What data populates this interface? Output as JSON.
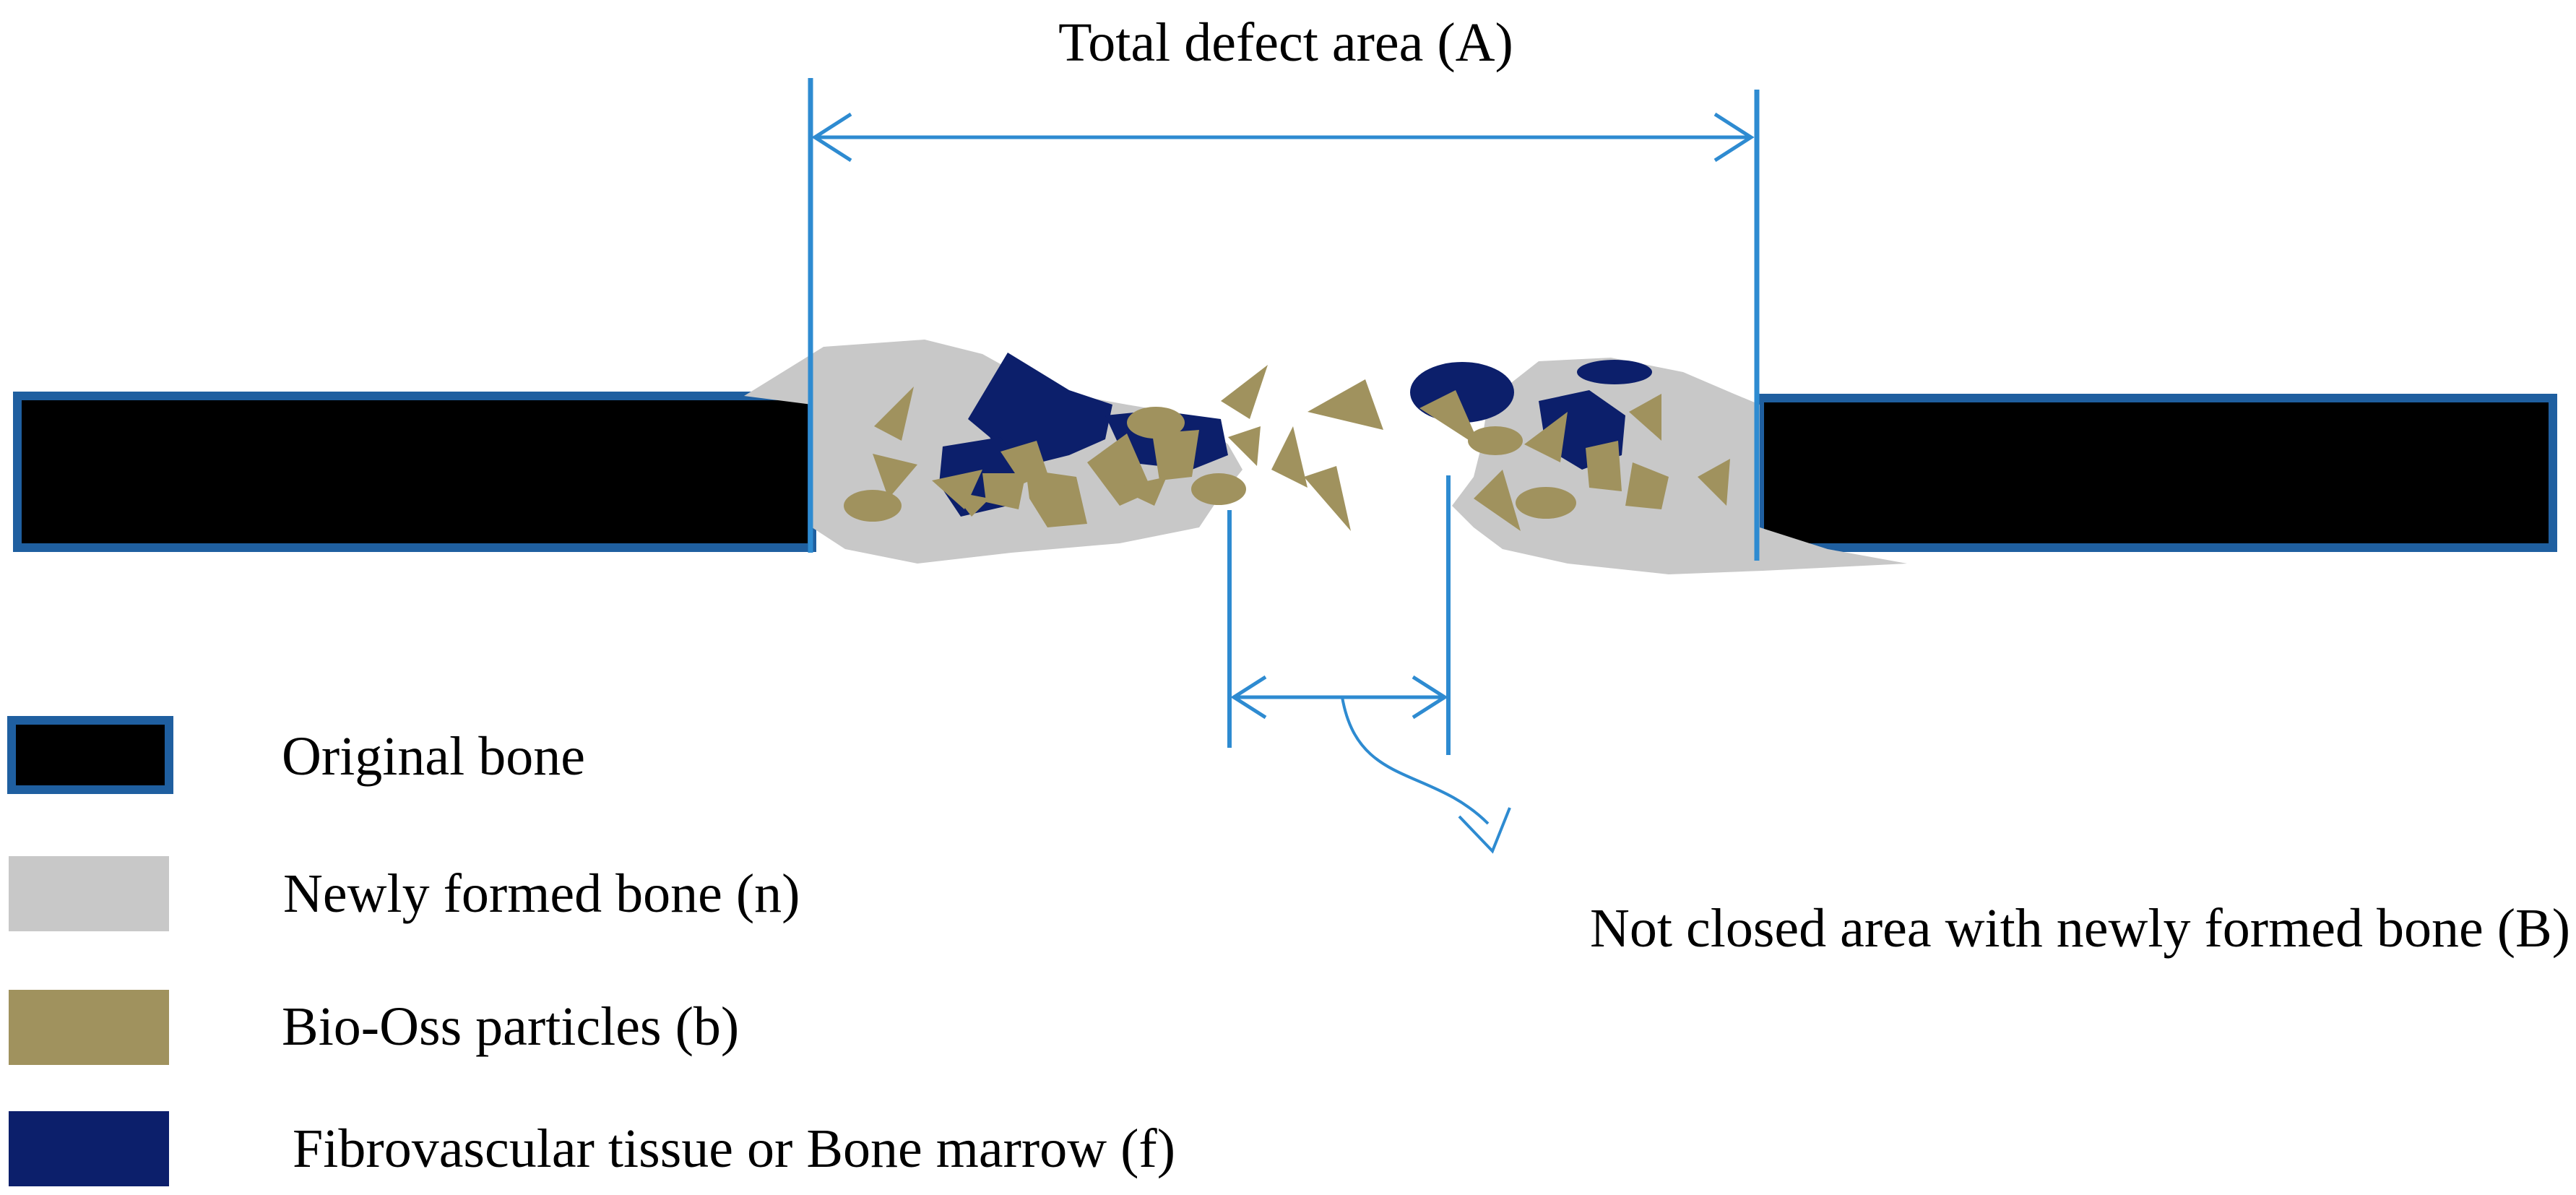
{
  "labels": {
    "total_defect": "Total defect area (A)",
    "not_closed": "Not closed area with newly formed bone (B)"
  },
  "legend": [
    {
      "label": "Original bone",
      "swatch": "original-bone"
    },
    {
      "label": "Newly formed bone (n)",
      "swatch": "new-bone"
    },
    {
      "label": "Bio-Oss particles (b)",
      "swatch": "bio-oss"
    },
    {
      "label": "Fibrovascular tissue or Bone marrow (f)",
      "swatch": "fibrovascular"
    }
  ],
  "colors": {
    "original_bone_fill": "#000000",
    "original_bone_border": "#1f5fa0",
    "new_bone": "#c8c8c8",
    "bio_oss": "#a0925e",
    "fibrovascular": "#0c1f6b",
    "annotation": "#2e8bd1"
  }
}
